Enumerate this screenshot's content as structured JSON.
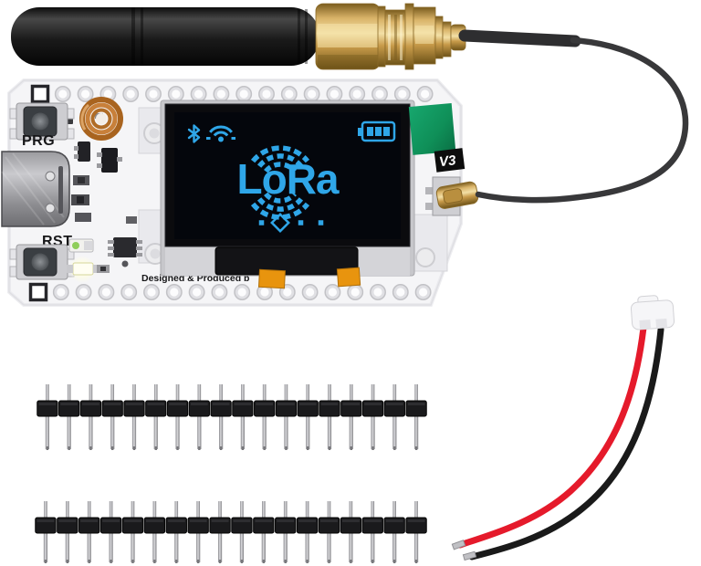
{
  "meta": {
    "description": "Product photo: LoRa ESP32 development board with OLED display, rubber-duck SMA antenna, U.FL pigtail cable, two pin header strips and a JST battery cable on white background",
    "background": "#ffffff"
  },
  "board": {
    "silkscreen": {
      "prg_button": "PRG",
      "rst_button": "RST",
      "version_badge": "V3",
      "footer": "Designed & Produced b"
    },
    "pin_holes_per_row": 18,
    "colors": {
      "pcb": "#f5f5f7",
      "ceramic_antenna_green": "#12995f",
      "oled_blue": "#2fa6e8",
      "flex_orange": "#e8940e"
    }
  },
  "oled": {
    "logo_text": "LoRa",
    "status_icons": [
      {
        "name": "bluetooth-icon"
      },
      {
        "name": "wifi-icon"
      },
      {
        "name": "battery-icon",
        "bars": 3
      }
    ],
    "footer_dots": [
      "square",
      "diamond",
      "square",
      "square"
    ]
  },
  "antenna": {
    "kind": "rubber-duck antenna with gold SMA connector",
    "body_color": "#1a1a1a",
    "gold": "#c89b4a"
  },
  "pigtail": {
    "kind": "U.FL/IPEX pigtail cable",
    "cable_color": "#38383a"
  },
  "headers": {
    "count": 2,
    "pins_per_header": 18,
    "plastic_color": "#1a1a1c",
    "pin_metal": "#b9b9bd"
  },
  "battery_cable": {
    "connector": "JST",
    "connector_color": "#f6f6f8",
    "wire_red": "#e51a2b",
    "wire_black": "#1a1a1a"
  }
}
